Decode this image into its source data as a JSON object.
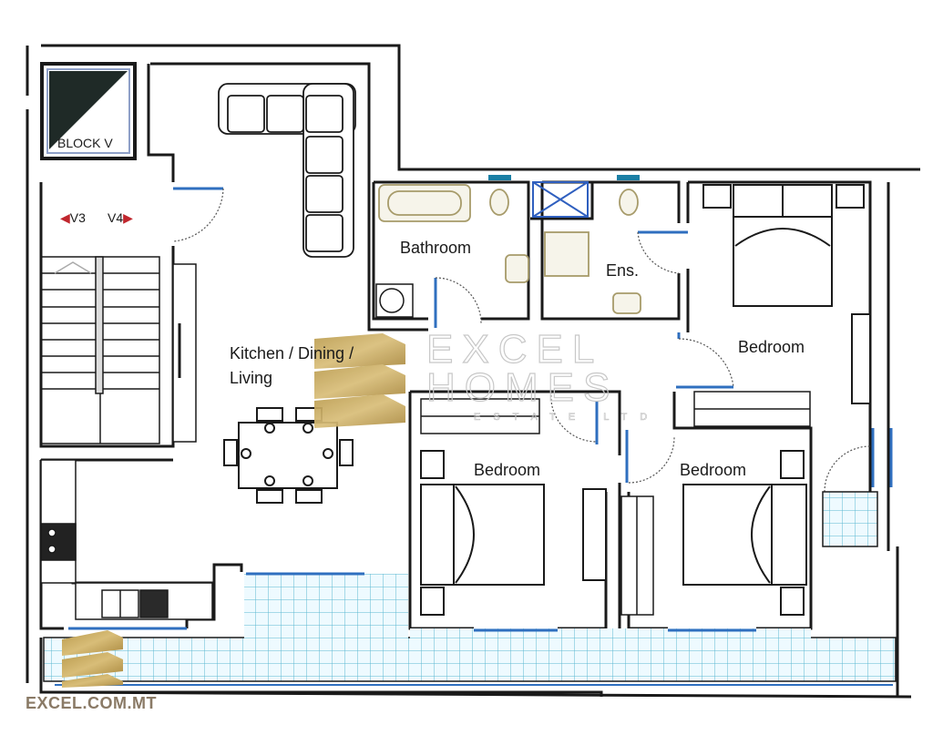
{
  "plan": {
    "block_label": "BLOCK V",
    "unit_left": "V3",
    "unit_right": "V4",
    "rooms": {
      "kitchen_line1": "Kitchen / Dining /",
      "kitchen_line2": "Living",
      "bathroom": "Bathroom",
      "ensuite": "Ens.",
      "bedroom_master": "Bedroom",
      "bedroom_left": "Bedroom",
      "bedroom_right": "Bedroom"
    }
  },
  "branding": {
    "watermark_line1": "EXCEL",
    "watermark_line2": "HOMES",
    "watermark_line3": "ESTATE LTD",
    "website": "EXCEL.COM.MT",
    "logo_color": "#c8a95a"
  },
  "colors": {
    "wall": "#1a1a1a",
    "door_blue": "#2f6fbf",
    "tile_blue": "#7fc9dc",
    "sanitary": "#a79b6a",
    "arrow_red": "#c0262d"
  }
}
